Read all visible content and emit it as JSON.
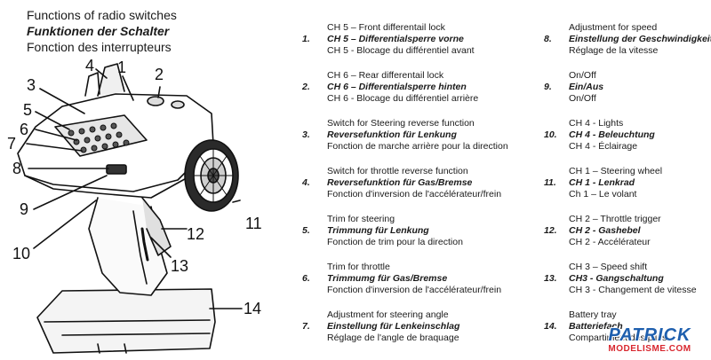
{
  "titles": {
    "en": "Functions of radio switches",
    "de": "Funktionen der Schalter",
    "fr": "Fonction des interrupteurs"
  },
  "callouts": [
    "1",
    "2",
    "3",
    "4",
    "5",
    "6",
    "7",
    "8",
    "9",
    "10",
    "11",
    "12",
    "13",
    "14"
  ],
  "entries": [
    {
      "num": "1.",
      "en": "CH 5 – Front differentail lock",
      "de": "CH 5 – Differentialsperre vorne",
      "fr": "CH 5 - Blocage du différentiel avant"
    },
    {
      "num": "2.",
      "en": "CH 6 – Rear differentail lock",
      "de": "CH 6 – Differentialsperre hinten",
      "fr": "CH 6 - Blocage du différentiel arrière"
    },
    {
      "num": "3.",
      "en": "Switch for Steering reverse function",
      "de": "Reversefunktion für Lenkung",
      "fr": "Fonction de marche arrière pour la direction"
    },
    {
      "num": "4.",
      "en": "Switch for throttle reverse function",
      "de": "Reversefunktion für Gas/Bremse",
      "fr": "Fonction d'inversion de l'accélérateur/frein"
    },
    {
      "num": "5.",
      "en": "Trim for steering",
      "de": "Trimmung für Lenkung",
      "fr": "Fonction de trim pour la direction"
    },
    {
      "num": "6.",
      "en": "Trim for throttle",
      "de": "Trimmumg für Gas/Bremse",
      "fr": "Fonction d'inversion de l'accélérateur/frein"
    },
    {
      "num": "7.",
      "en": "Adjustment for steering angle",
      "de": "Einstellung für Lenkeinschlag",
      "fr": "Réglage de l'angle de braquage"
    },
    {
      "num": "8.",
      "en": "Adjustment for speed",
      "de": "Einstellung der Geschwindigkeit",
      "fr": "Réglage de la vitesse"
    },
    {
      "num": "9.",
      "en": "On/Off",
      "de": "Ein/Aus",
      "fr": "On/Off"
    },
    {
      "num": "10.",
      "en": "CH 4 - Lights",
      "de": "CH 4 - Beleuchtung",
      "fr": "CH 4 - Éclairage"
    },
    {
      "num": "11.",
      "en": "CH 1 – Steering wheel",
      "de": "CH 1 - Lenkrad",
      "fr": "Ch 1 – Le volant"
    },
    {
      "num": "12.",
      "en": "CH 2 – Throttle trigger",
      "de": "CH 2 - Gashebel",
      "fr": "CH 2 - Accélérateur"
    },
    {
      "num": "13.",
      "en": "CH 3 – Speed shift",
      "de": "CH3 - Gangschaltung",
      "fr": "CH 3 - Changement de vitesse"
    },
    {
      "num": "14.",
      "en": "Battery tray",
      "de": "Batteriefach",
      "fr": "Compartiment des piles"
    }
  ],
  "watermark": {
    "main": "PATRICK",
    "sub": "MODELISME.COM"
  }
}
